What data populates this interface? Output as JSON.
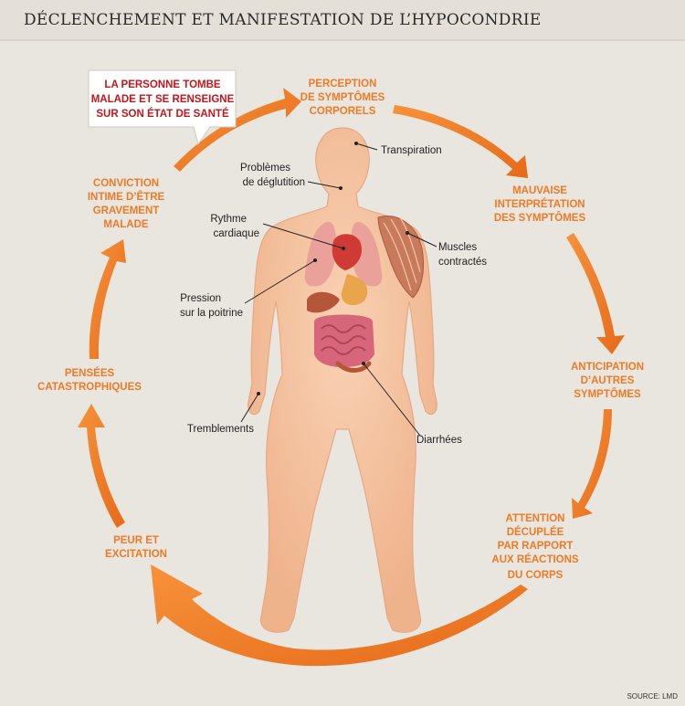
{
  "title": "DÉCLENCHEMENT ET MANIFESTATION DE L’HYPOCONDRIE",
  "callout": [
    "LA PERSONNE TOMBE",
    "MALADE ET SE RENSEIGNE",
    "SUR SON ÉTAT DE SANTÉ"
  ],
  "cycle_steps": [
    [
      "PERCEPTION",
      "DE SYMPTÔMES",
      "CORPORELS"
    ],
    [
      "MAUVAISE",
      "INTERPRÉTATION",
      "DES SYMPTÔMES"
    ],
    [
      "ANTICIPATION",
      "D’AUTRES",
      "SYMPTÔMES"
    ],
    [
      "ATTENTION",
      "DÉCUPLÉE",
      "PAR RAPPORT",
      "AUX RÉACTIONS",
      "DU CORPS"
    ],
    [
      "PEUR ET",
      "EXCITATION"
    ],
    [
      "PENSÉES",
      "CATASTROPHIQUES"
    ],
    [
      "CONVICTION",
      "INTIME D’ÊTRE",
      "GRAVEMENT",
      "MALADE"
    ]
  ],
  "body_labels": {
    "transpiration": [
      "Transpiration"
    ],
    "deglutition": [
      "Problèmes",
      "de déglutition"
    ],
    "rythme": [
      "Rythme",
      "cardiaque"
    ],
    "muscles": [
      "Muscles",
      "contractés"
    ],
    "pression": [
      "Pression",
      "sur la poitrine"
    ],
    "tremblements": [
      "Tremblements"
    ],
    "diarrhees": [
      "Diarrhées"
    ]
  },
  "source": "SOURCE: LMD",
  "colors": {
    "background": "#e9e6df",
    "accent": "#ee7a26",
    "skin": "#f6c7a4",
    "callout_text": "#c4161c"
  }
}
